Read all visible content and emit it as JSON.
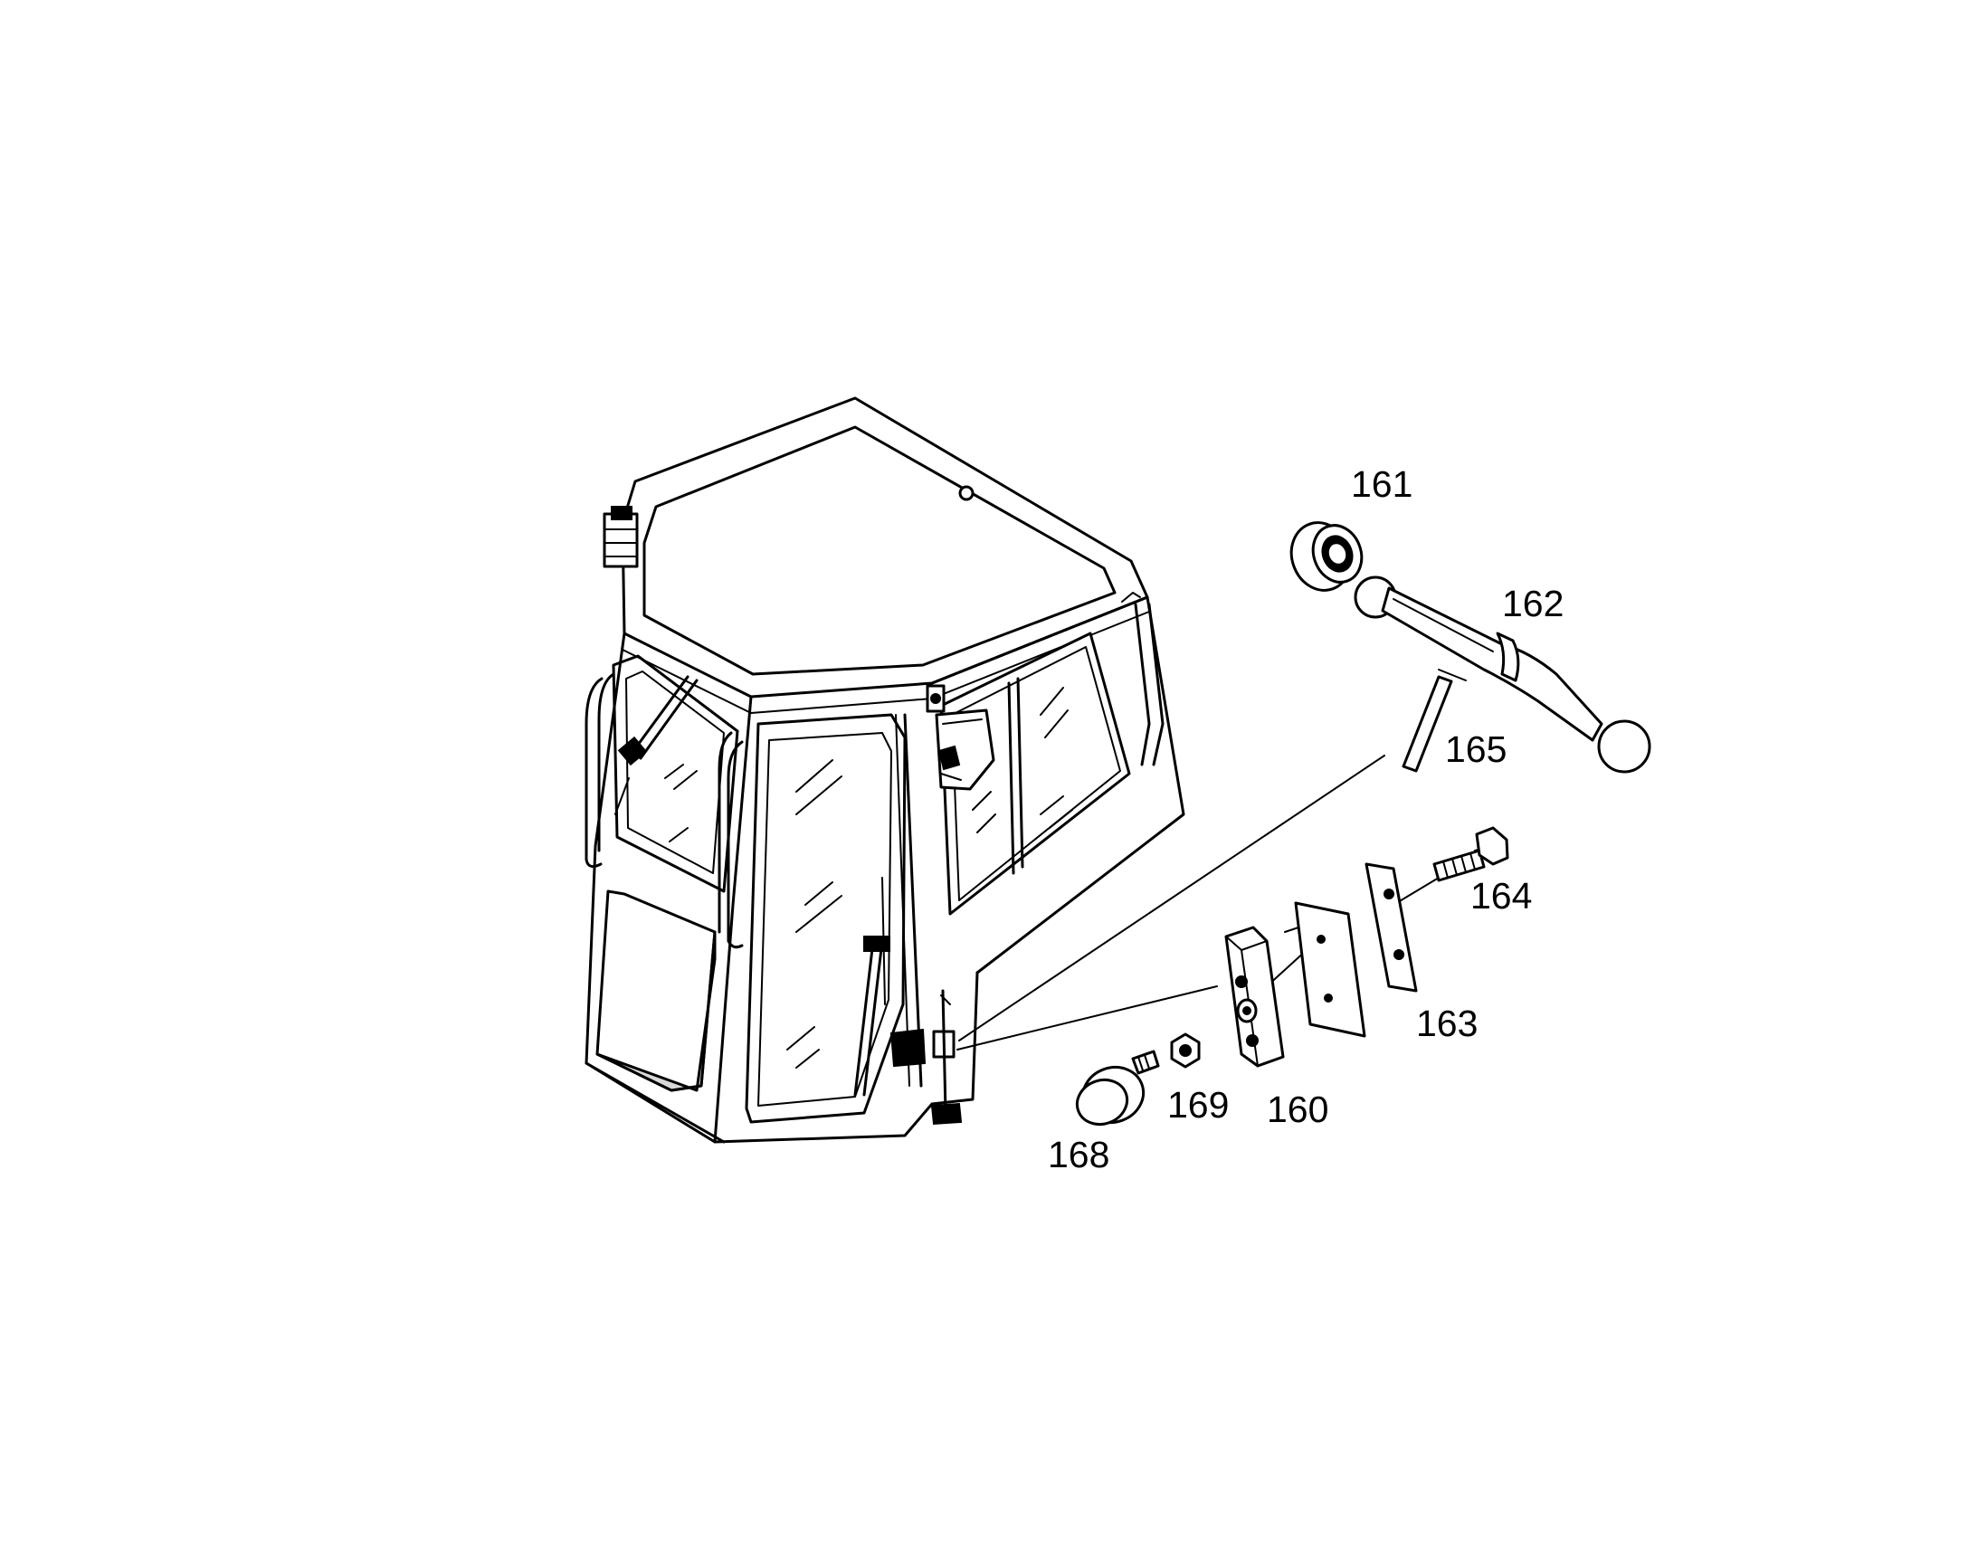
{
  "callouts": {
    "p160": "160",
    "p161": "161",
    "p162": "162",
    "p163": "163",
    "p164": "164",
    "p165": "165",
    "p168": "168",
    "p169": "169"
  }
}
